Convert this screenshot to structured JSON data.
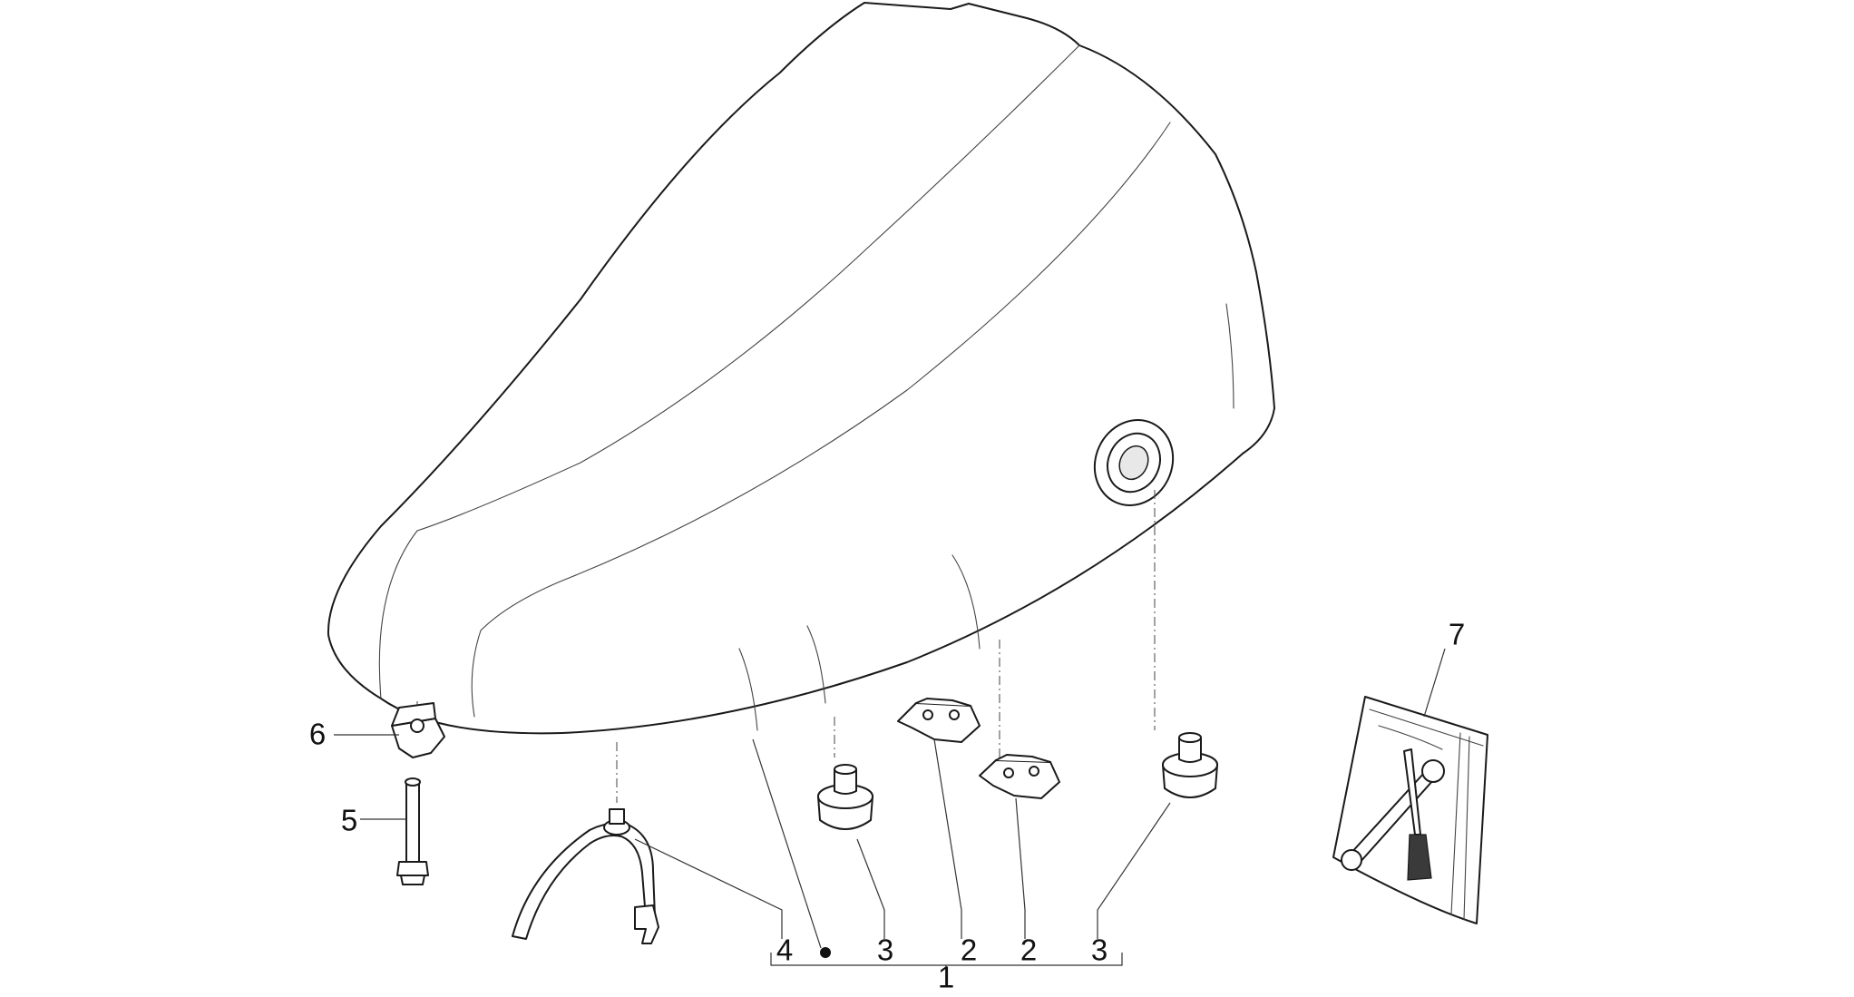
{
  "callouts": {
    "c1": "1",
    "c2a": "2",
    "c2b": "2",
    "c3a": "3",
    "c3b": "3",
    "c4": "4",
    "c5": "5",
    "c6": "6",
    "c7": "7"
  },
  "parts": {
    "seat": "seat-shell",
    "lock": "seat-lock-grommet",
    "bumpers": "rubber-bumper",
    "brackets": "hinge-bracket",
    "strap": "seat-strap",
    "screw": "screw",
    "clip": "spring-clip-nut",
    "toolkit": "tool-kit-bag"
  },
  "colors": {
    "line": "#1a1a1a",
    "background": "#ffffff"
  }
}
